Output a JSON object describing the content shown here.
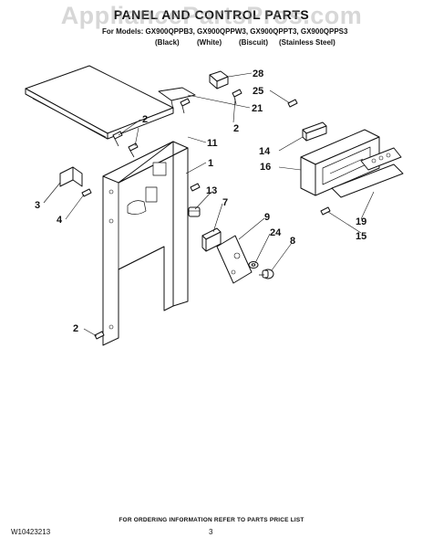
{
  "watermark": "AppliancePartsPros.com",
  "title": "PANEL AND CONTROL PARTS",
  "models_line": "For Models: GX900QPPB3, GX900QPPW3, GX900QPPT3, GX900QPPS3",
  "colors": [
    "(Black)",
    "(White)",
    "(Biscuit)",
    "(Stainless Steel)"
  ],
  "callouts": {
    "c28": "28",
    "c21": "21",
    "c2a": "2",
    "c25": "25",
    "c2b": "2",
    "c11": "11",
    "c1": "1",
    "c14": "14",
    "c16": "16",
    "c3": "3",
    "c4": "4",
    "c13": "13",
    "c7": "7",
    "c9": "9",
    "c24": "24",
    "c8": "8",
    "c19": "19",
    "c15": "15",
    "c2c": "2"
  },
  "footer": {
    "note": "FOR ORDERING INFORMATION REFER TO PARTS PRICE LIST",
    "doc_number": "W10423213",
    "page_number": "3"
  }
}
